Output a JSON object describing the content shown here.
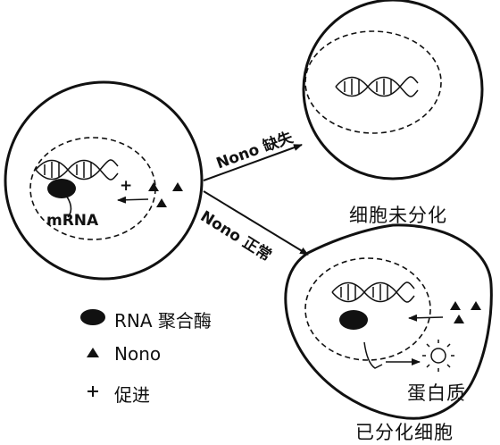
{
  "labels": {
    "mrna": "mRNA",
    "promote_sign": "+",
    "nono_missing": "Nono 缺失",
    "nono_normal": "Nono 正常",
    "undifferentiated": "细胞未分化",
    "differentiated": "已分化细胞",
    "protein": "蛋白质"
  },
  "legend": [
    {
      "symbol": "ellipse-icon",
      "text": "RNA 聚合酶"
    },
    {
      "symbol": "triangle-icon",
      "text": "Nono"
    },
    {
      "symbol": "plus-icon",
      "text": "促进"
    }
  ]
}
